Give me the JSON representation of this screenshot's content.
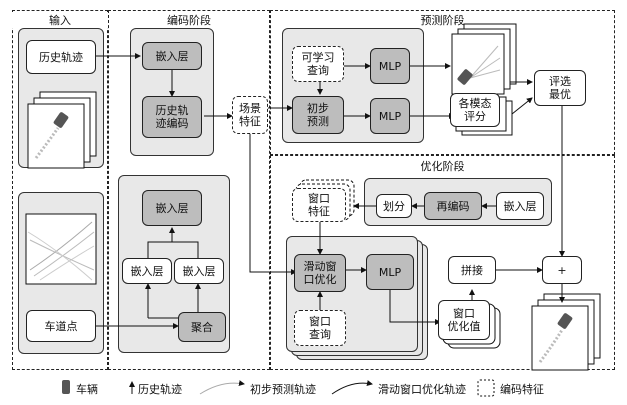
{
  "sections": {
    "input": "输入",
    "encode": "编码阶段",
    "predict": "预测阶段",
    "optimize": "优化阶段"
  },
  "input": {
    "history_traj": "历史轨迹",
    "lane_points": "车道点"
  },
  "encode": {
    "embed_top": "嵌入层",
    "history_encode": "历史轨\n迹编码",
    "embed_mid": "嵌入层",
    "embed_left": "嵌入层",
    "embed_right": "嵌入层",
    "aggregate": "聚合",
    "scene_feature": "场景\n特征"
  },
  "predict": {
    "learnable_query": "可学习\n查询",
    "initial_predict": "初步\n预测",
    "mlp_top": "MLP",
    "mlp_bottom": "MLP",
    "mode_score": "各模态\n评分",
    "select_best": "评选\n最优"
  },
  "optimize": {
    "window_feature": "窗口\n特征",
    "partition": "划分",
    "reencode": "再编码",
    "embed": "嵌入层",
    "sliding_window": "滑动窗\n口优化",
    "mlp": "MLP",
    "window_query": "窗口\n查询",
    "concat": "拼接",
    "plus": "+",
    "window_opt_value": "窗口\n优化值"
  },
  "legend": {
    "vehicle": "车辆",
    "history_traj": "历史轨迹",
    "initial_pred_traj": "初步预测轨迹",
    "sliding_opt_traj": "滑动窗口优化轨迹",
    "encoded_feature": "编码特征"
  }
}
